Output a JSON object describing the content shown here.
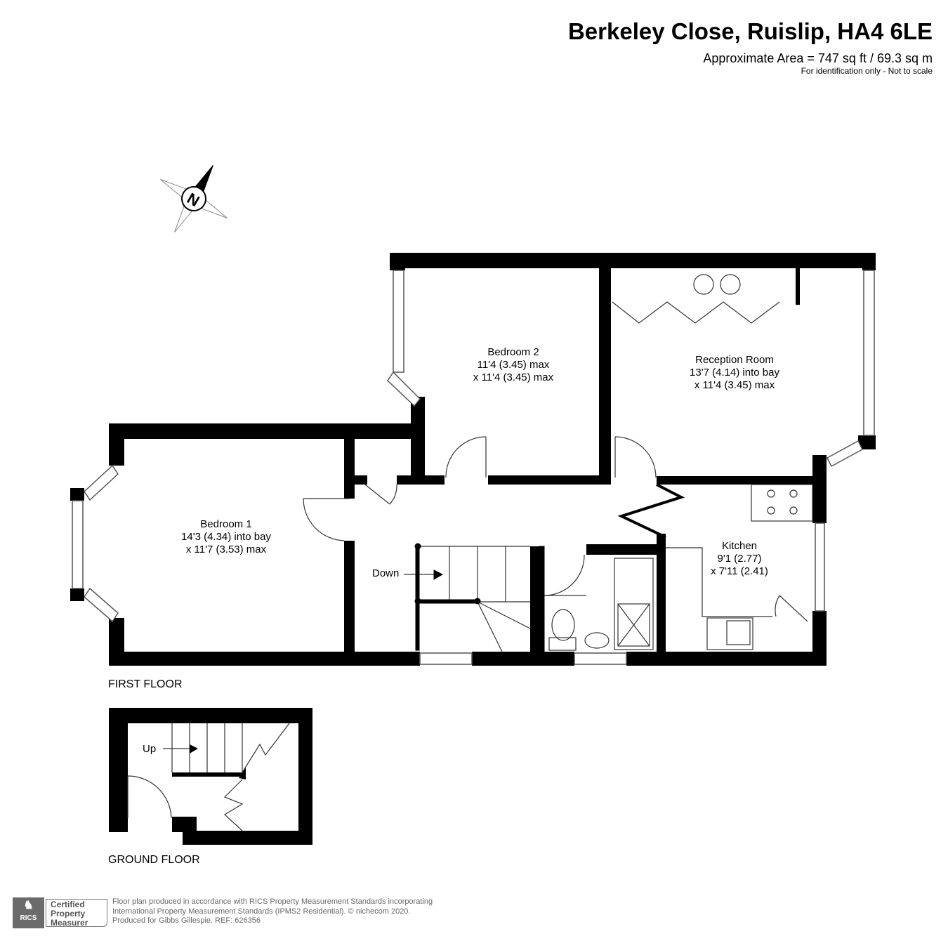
{
  "header": {
    "title": "Berkeley Close, Ruislip, HA4 6LE",
    "area": "Approximate Area = 747 sq ft / 69.3 sq m",
    "note": "For identification only - Not to scale"
  },
  "compass": {
    "label": "N"
  },
  "first_floor": {
    "label": "FIRST FLOOR",
    "rooms": [
      {
        "name": "Bedroom 1",
        "dim1": "14'3 (4.34) into bay",
        "dim2": "x 11'7 (3.53) max"
      },
      {
        "name": "Bedroom 2",
        "dim1": "11'4 (3.45) max",
        "dim2": "x 11'4 (3.45) max"
      },
      {
        "name": "Reception Room",
        "dim1": "13'7 (4.14) into bay",
        "dim2": "x 11'4 (3.45) max"
      },
      {
        "name": "Kitchen",
        "dim1": "9'1 (2.77)",
        "dim2": "x 7'11 (2.41)"
      }
    ],
    "stairs_label": "Down"
  },
  "ground_floor": {
    "label": "GROUND FLOOR",
    "stairs_label": "Up"
  },
  "footer": {
    "rics_logo": "RICS",
    "badge": [
      "Certified",
      "Property",
      "Measurer"
    ],
    "lines": [
      "Floor plan produced in accordance with RICS Property Measurement Standards incorporating",
      "International Property Measurement Standards (IPMS2 Residential).   © nichecom 2020.",
      "Produced for Gibbs Gillespie.   REF: 626356"
    ]
  }
}
